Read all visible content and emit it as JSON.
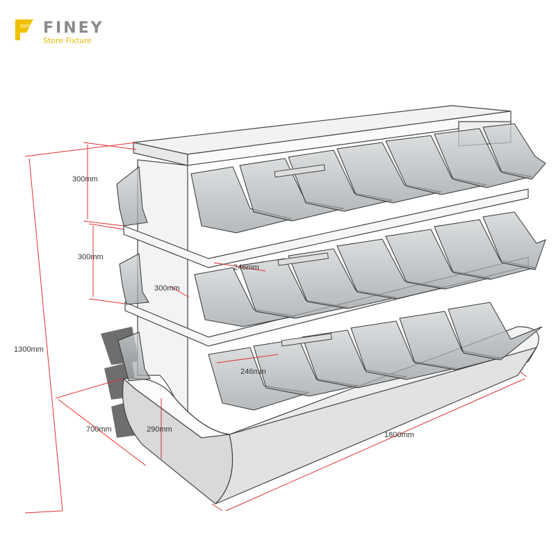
{
  "brand": {
    "name": "FINEY",
    "tagline": "Store Fixture",
    "mark_color": "#f0c000",
    "text_color": "#8a8a8a"
  },
  "dimensions": {
    "top_bin_height": "300mm",
    "middle_bin_height": "300mm",
    "bin_depth": "300mm",
    "bin_width_middle": "246mm",
    "bin_width_lower": "246mm",
    "total_height": "1300mm",
    "depth": "700mm",
    "base_height": "290mm",
    "length": "1800mm"
  },
  "colors": {
    "dimension_line": "#e03030",
    "outline": "#444444",
    "bin_fill": "#b9bdbf",
    "panel_fill": "#f4f4f4"
  }
}
